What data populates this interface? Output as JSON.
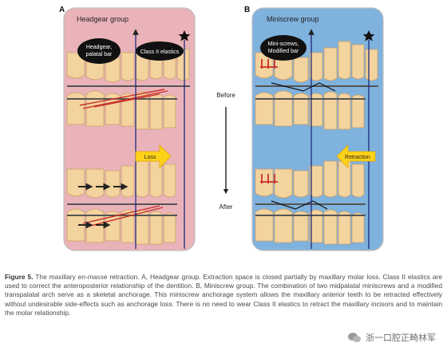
{
  "panel_a": {
    "letter": "A",
    "title": "Headgear group",
    "bubble_1_line1": "Headgear,",
    "bubble_1_line2": "palatal bar",
    "bubble_2": "Class II elastics",
    "arrow_label": "Loss"
  },
  "panel_b": {
    "letter": "B",
    "title": "Miniscrew group",
    "bubble_1_line1": "Mini-screws,",
    "bubble_1_line2": "Modified bar",
    "arrow_label": "Retraction"
  },
  "middle": {
    "before": "Before",
    "after": "After"
  },
  "caption": {
    "label": "Figure 5.",
    "part1": " The maxillary ",
    "italic": "en-masse",
    "part2": " retraction. A, Headgear group. Extraction space is closed partially by maxillary molar loss. Class II elastics are used to correct the anteroposterior relationship of the dentition. B, Miniscrew group. The combination of two midpalatal miniscrews and a modified transpalatal arch  serve as a skeletal anchorage. This miniscrew anchorage system allows the maxillary anterior teeth to be retracted effectively without undesirable side-effects such as anchorage loss. There is no need to wear Class II elastics to retract the maxillary incisors and to maintain the molar relationship."
  },
  "watermark": {
    "text": "浙一口腔正畸林军"
  },
  "colors": {
    "panel_a_bg": "#eab3b9",
    "panel_b_bg": "#7fb2dd",
    "tooth_fill": "#f3d39e",
    "tooth_stroke": "#c9a06a",
    "label_yellow": "#ffd21a",
    "elastic_red": "#c9302c"
  }
}
